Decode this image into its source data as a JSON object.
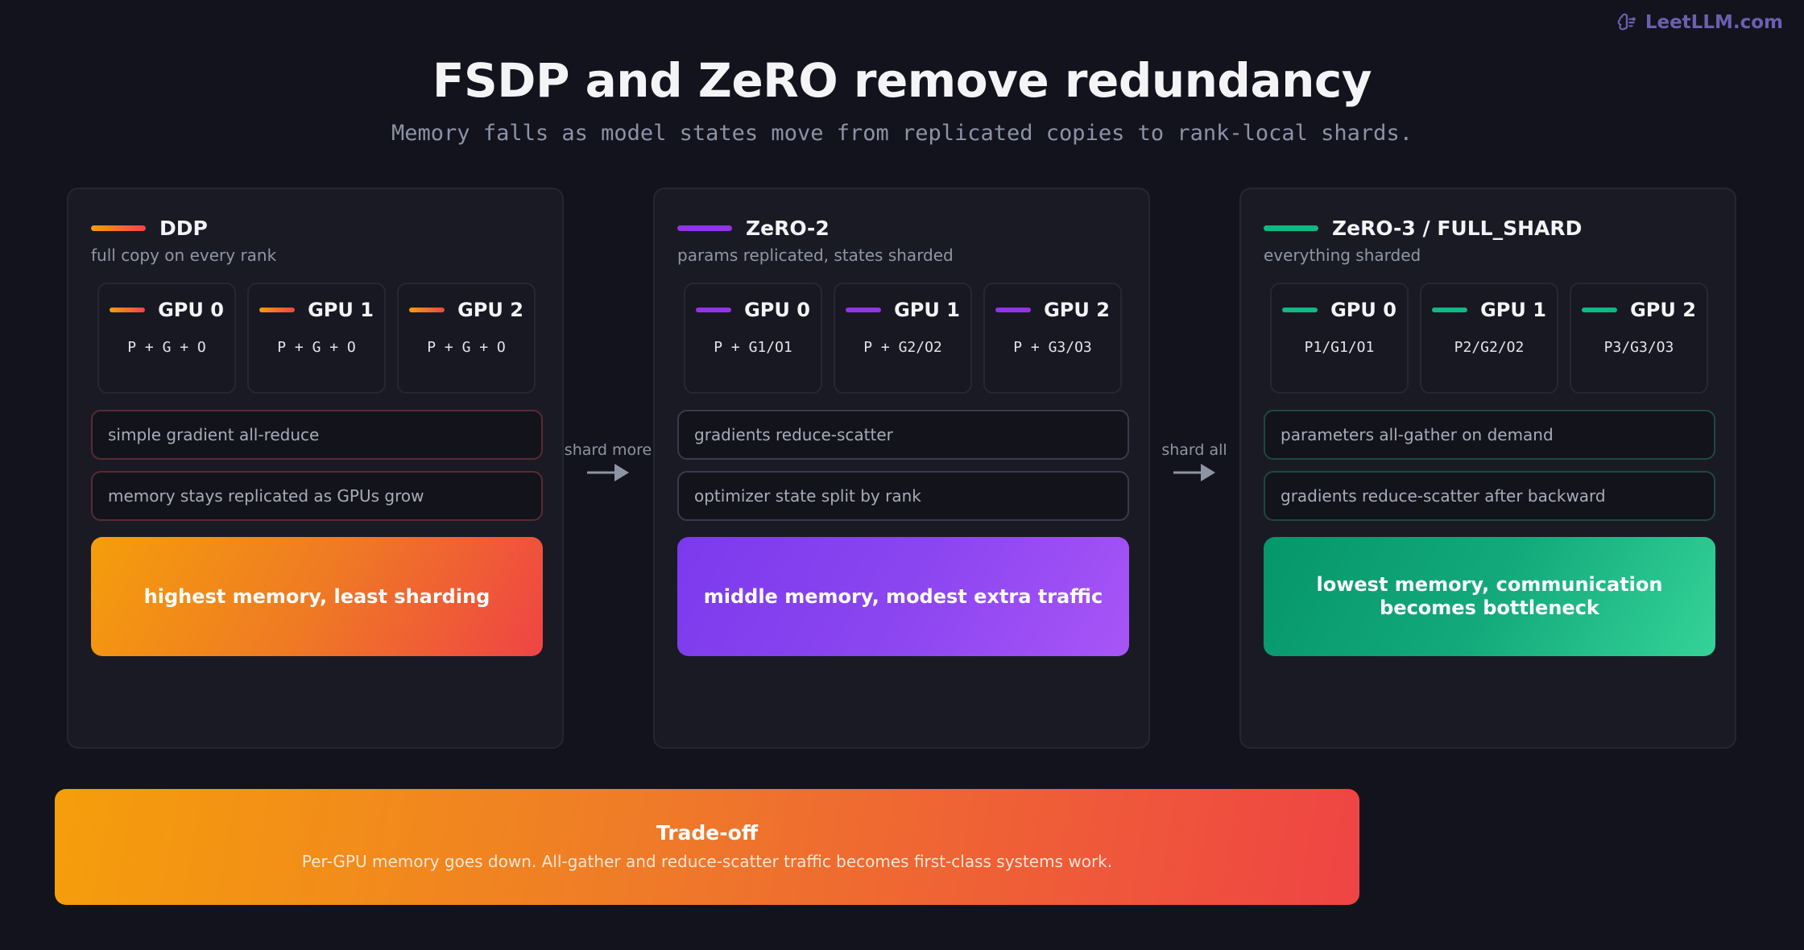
{
  "brand": {
    "name": "LeetLLM.com",
    "icon": "brain-icon"
  },
  "title": "FSDP and ZeRO remove redundancy",
  "subtitle": "Memory falls as model states move from replicated copies to rank-local shards.",
  "colors": {
    "ddp": "#f97316",
    "zero2": "#9333ea",
    "zero3": "#10b981",
    "ddp_note_border": "#5a2a30",
    "zero2_note_border": "#3a3a4c",
    "zero3_note_border": "#1c4a40"
  },
  "panels": [
    {
      "title": "DDP",
      "desc": "full copy on every rank",
      "gpus": [
        {
          "name": "GPU 0",
          "formula": "P + G + O"
        },
        {
          "name": "GPU 1",
          "formula": "P + G + O"
        },
        {
          "name": "GPU 2",
          "formula": "P + G + O"
        }
      ],
      "notes": [
        "simple gradient all-reduce",
        "memory stays replicated as GPUs grow"
      ],
      "summary": "highest memory, least sharding"
    },
    {
      "title": "ZeRO-2",
      "desc": "params replicated, states sharded",
      "gpus": [
        {
          "name": "GPU 0",
          "formula": "P + G1/O1"
        },
        {
          "name": "GPU 1",
          "formula": "P + G2/O2"
        },
        {
          "name": "GPU 2",
          "formula": "P + G3/O3"
        }
      ],
      "notes": [
        "gradients reduce-scatter",
        "optimizer state split by rank"
      ],
      "summary": "middle memory, modest extra traffic"
    },
    {
      "title": "ZeRO-3 / FULL_SHARD",
      "desc": "everything sharded",
      "gpus": [
        {
          "name": "GPU 0",
          "formula": "P1/G1/O1"
        },
        {
          "name": "GPU 1",
          "formula": "P2/G2/O2"
        },
        {
          "name": "GPU 2",
          "formula": "P3/G3/O3"
        }
      ],
      "notes": [
        "parameters all-gather on demand",
        "gradients reduce-scatter after backward"
      ],
      "summary": "lowest memory, communication becomes bottleneck"
    }
  ],
  "connectors": [
    {
      "label": "shard more",
      "icon": "arrow-right-icon"
    },
    {
      "label": "shard all",
      "icon": "arrow-right-icon"
    }
  ],
  "tradeoff": {
    "title": "Trade-off",
    "text": "Per-GPU memory goes down. All-gather and reduce-scatter traffic becomes first-class systems work."
  }
}
